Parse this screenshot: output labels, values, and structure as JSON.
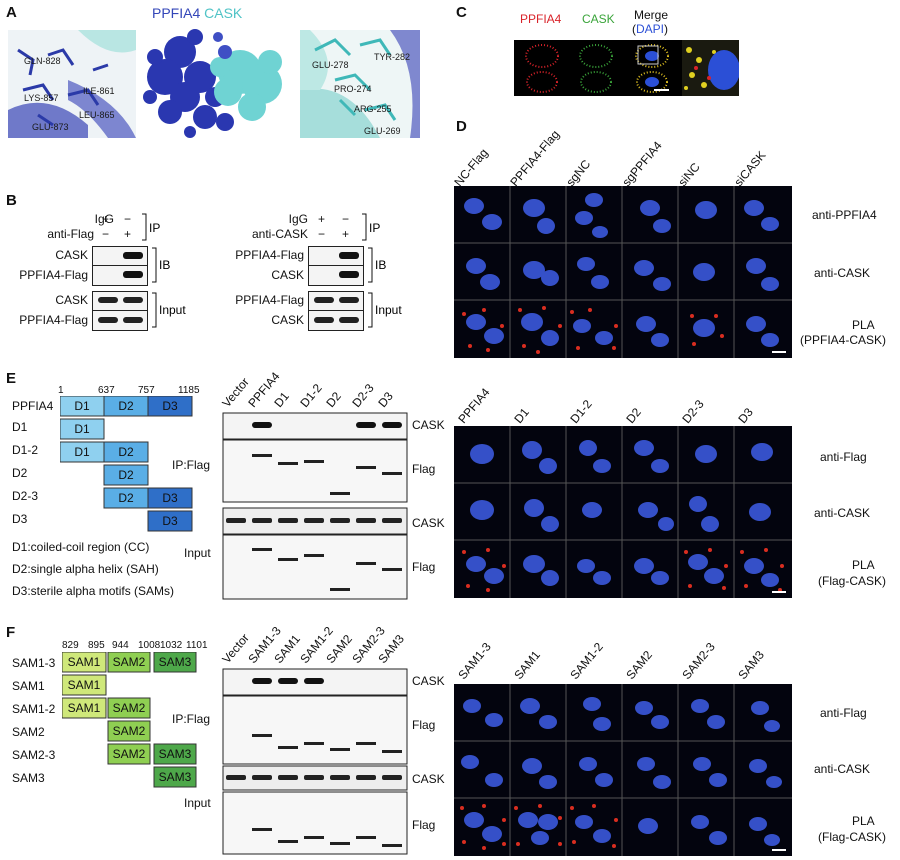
{
  "panels": {
    "A": {
      "label": "A",
      "title_left": "PPFIA4",
      "title_right": "CASK",
      "left_residues": [
        "GLN-828",
        "LYS-857",
        "ILE-861",
        "GLU-873",
        "LEU-865"
      ],
      "right_residues": [
        "GLU-278",
        "TYR-282",
        "PRO-274",
        "ARG-255",
        "GLU-269"
      ],
      "colors": {
        "ppfia4": "#3346b8",
        "cask": "#6fd3d3"
      }
    },
    "B": {
      "label": "B",
      "left": {
        "rows": [
          {
            "label": "IgG",
            "signs": [
              "+",
              "−"
            ]
          },
          {
            "label": "anti-Flag",
            "signs": [
              "−",
              "+"
            ]
          }
        ],
        "ip": "IP",
        "ib_bands": [
          "CASK",
          "PPFIA4-Flag"
        ],
        "ib": "IB",
        "input_bands": [
          "CASK",
          "PPFIA4-Flag"
        ],
        "input": "Input"
      },
      "right": {
        "rows": [
          {
            "label": "IgG",
            "signs": [
              "+",
              "−"
            ]
          },
          {
            "label": "anti-CASK",
            "signs": [
              "−",
              "+"
            ]
          }
        ],
        "ip": "IP",
        "ib_bands": [
          "PPFIA4-Flag",
          "CASK"
        ],
        "ib": "IB",
        "input_bands": [
          "PPFIA4-Flag",
          "CASK"
        ],
        "input": "Input"
      }
    },
    "C": {
      "label": "C",
      "headers": [
        "PPFIA4",
        "CASK",
        "Merge"
      ],
      "dapi": "DAPI",
      "colors": {
        "ppfia4": "#d9232a",
        "cask": "#3aa43a",
        "dapi": "#2b4fd6"
      }
    },
    "D": {
      "label": "D",
      "columns": [
        "NC-Flag",
        "PPFIA4-Flag",
        "sgNC",
        "sgPPFIA4",
        "siNC",
        "siCASK"
      ],
      "rows": [
        "anti-PPFIA4",
        "anti-CASK",
        "PLA",
        "(PPFIA4-CASK)"
      ]
    },
    "E": {
      "label": "E",
      "positions": [
        "1",
        "637",
        "757",
        "1185"
      ],
      "constructs": [
        {
          "name": "PPFIA4",
          "domains": [
            "D1",
            "D2",
            "D3"
          ]
        },
        {
          "name": "D1",
          "domains": [
            "D1"
          ]
        },
        {
          "name": "D1-2",
          "domains": [
            "D1",
            "D2"
          ]
        },
        {
          "name": "D2",
          "domains": [
            "D2"
          ]
        },
        {
          "name": "D2-3",
          "domains": [
            "D2",
            "D3"
          ]
        },
        {
          "name": "D3",
          "domains": [
            "D3"
          ]
        }
      ],
      "legend": [
        "D1:coiled-coil region (CC)",
        "D2:single alpha helix (SAH)",
        "D3:sterile alpha motifs (SAMs)"
      ],
      "lanes": [
        "Vector",
        "PPFIA4",
        "D1",
        "D1-2",
        "D2",
        "D2-3",
        "D3"
      ],
      "ip_label": "IP:Flag",
      "input_label": "Input",
      "band_labels": [
        "CASK",
        "Flag",
        "CASK",
        "Flag"
      ],
      "if_columns": [
        "PPFIA4",
        "D1",
        "D1-2",
        "D2",
        "D2-3",
        "D3"
      ],
      "if_rows": [
        "anti-Flag",
        "anti-CASK",
        "PLA",
        "(Flag-CASK)"
      ],
      "colors": {
        "d1": "#8fd0ef",
        "d2": "#5aaee6",
        "d3": "#2f6fc8"
      }
    },
    "F": {
      "label": "F",
      "positions": [
        "829",
        "895",
        "944",
        "1008",
        "1032",
        "1101"
      ],
      "constructs": [
        {
          "name": "SAM1-3",
          "domains": [
            "SAM1",
            "SAM2",
            "SAM3"
          ]
        },
        {
          "name": "SAM1",
          "domains": [
            "SAM1"
          ]
        },
        {
          "name": "SAM1-2",
          "domains": [
            "SAM1",
            "SAM2"
          ]
        },
        {
          "name": "SAM2",
          "domains": [
            "SAM2"
          ]
        },
        {
          "name": "SAM2-3",
          "domains": [
            "SAM2",
            "SAM3"
          ]
        },
        {
          "name": "SAM3",
          "domains": [
            "SAM3"
          ]
        }
      ],
      "lanes": [
        "Vector",
        "SAM1-3",
        "SAM1",
        "SAM1-2",
        "SAM2",
        "SAM2-3",
        "SAM3"
      ],
      "ip_label": "IP:Flag",
      "input_label": "Input",
      "band_labels": [
        "CASK",
        "Flag",
        "CASK",
        "Flag"
      ],
      "if_columns": [
        "SAM1-3",
        "SAM1",
        "SAM1-2",
        "SAM2",
        "SAM2-3",
        "SAM3"
      ],
      "if_rows": [
        "anti-Flag",
        "anti-CASK",
        "PLA",
        "(Flag-CASK)"
      ],
      "colors": {
        "sam1": "#cfe87a",
        "sam2": "#8fcf52",
        "sam3": "#4ea84a"
      }
    }
  }
}
